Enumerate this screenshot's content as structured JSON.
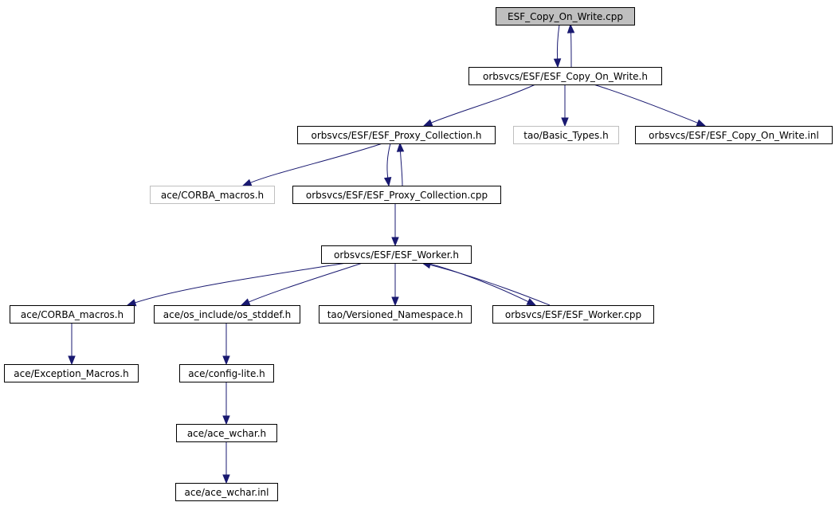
{
  "colors": {
    "edge": "#191970",
    "node_border": "#000000",
    "node_border_muted": "#bfbfbf",
    "node_fill": "#ffffff",
    "root_fill": "#bfbfbf"
  },
  "nodes": [
    {
      "id": "n_root",
      "label": "ESF_Copy_On_Write.cpp",
      "style": "root"
    },
    {
      "id": "n_cow_h",
      "label": "orbsvcs/ESF/ESF_Copy_On_Write.h",
      "style": "normal"
    },
    {
      "id": "n_proxy_h",
      "label": "orbsvcs/ESF/ESF_Proxy_Collection.h",
      "style": "normal"
    },
    {
      "id": "n_basic_types",
      "label": "tao/Basic_Types.h",
      "style": "muted"
    },
    {
      "id": "n_cow_inl",
      "label": "orbsvcs/ESF/ESF_Copy_On_Write.inl",
      "style": "normal"
    },
    {
      "id": "n_corba_muted",
      "label": "ace/CORBA_macros.h",
      "style": "muted"
    },
    {
      "id": "n_proxy_cpp",
      "label": "orbsvcs/ESF/ESF_Proxy_Collection.cpp",
      "style": "normal"
    },
    {
      "id": "n_worker_h",
      "label": "orbsvcs/ESF/ESF_Worker.h",
      "style": "normal"
    },
    {
      "id": "n_corba",
      "label": "ace/CORBA_macros.h",
      "style": "normal"
    },
    {
      "id": "n_os_stddef",
      "label": "ace/os_include/os_stddef.h",
      "style": "normal"
    },
    {
      "id": "n_versioned",
      "label": "tao/Versioned_Namespace.h",
      "style": "normal"
    },
    {
      "id": "n_worker_cpp",
      "label": "orbsvcs/ESF/ESF_Worker.cpp",
      "style": "normal"
    },
    {
      "id": "n_exception",
      "label": "ace/Exception_Macros.h",
      "style": "normal"
    },
    {
      "id": "n_config_lite",
      "label": "ace/config-lite.h",
      "style": "normal"
    },
    {
      "id": "n_ace_wchar_h",
      "label": "ace/ace_wchar.h",
      "style": "normal"
    },
    {
      "id": "n_ace_wchar_inl",
      "label": "ace/ace_wchar.inl",
      "style": "normal"
    }
  ],
  "edges": [
    {
      "from": "n_root",
      "to": "n_cow_h"
    },
    {
      "from": "n_cow_h",
      "to": "n_root"
    },
    {
      "from": "n_cow_h",
      "to": "n_proxy_h"
    },
    {
      "from": "n_cow_h",
      "to": "n_basic_types"
    },
    {
      "from": "n_cow_h",
      "to": "n_cow_inl"
    },
    {
      "from": "n_proxy_h",
      "to": "n_corba_muted"
    },
    {
      "from": "n_proxy_h",
      "to": "n_proxy_cpp"
    },
    {
      "from": "n_proxy_cpp",
      "to": "n_proxy_h"
    },
    {
      "from": "n_proxy_cpp",
      "to": "n_worker_h"
    },
    {
      "from": "n_worker_h",
      "to": "n_corba"
    },
    {
      "from": "n_worker_h",
      "to": "n_os_stddef"
    },
    {
      "from": "n_worker_h",
      "to": "n_versioned"
    },
    {
      "from": "n_worker_h",
      "to": "n_worker_cpp"
    },
    {
      "from": "n_worker_cpp",
      "to": "n_worker_h"
    },
    {
      "from": "n_corba",
      "to": "n_exception"
    },
    {
      "from": "n_os_stddef",
      "to": "n_config_lite"
    },
    {
      "from": "n_config_lite",
      "to": "n_ace_wchar_h"
    },
    {
      "from": "n_ace_wchar_h",
      "to": "n_ace_wchar_inl"
    }
  ]
}
